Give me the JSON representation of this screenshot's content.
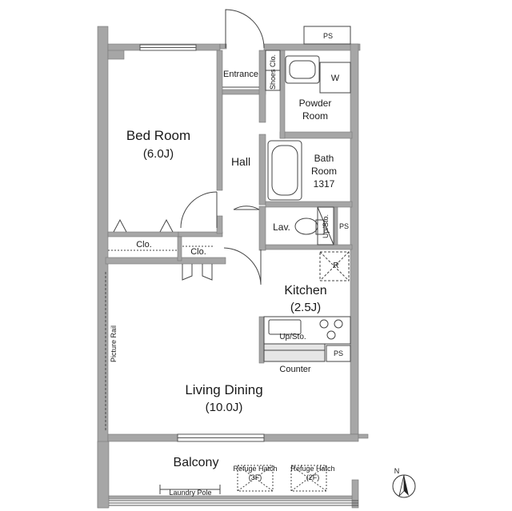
{
  "rooms": {
    "bedroom_name": "Bed Room",
    "bedroom_size": "(6.0J)",
    "entrance": "Entrance",
    "shoes_closet": "Shoes Clo.",
    "powder_room_line1": "Powder",
    "powder_room_line2": "Room",
    "washer": "W",
    "hall": "Hall",
    "bath_line1": "Bath",
    "bath_line2": "Room",
    "bath_line3": "1317",
    "lavatory": "Lav.",
    "up_storage_vertical": "Up/Sto.",
    "ps_top": "PS",
    "ps_lav": "PS",
    "ps_kitchen": "PS",
    "closet_bedroom": "Clo.",
    "closet_small": "Clo.",
    "refrigerator": "R",
    "kitchen_name": "Kitchen",
    "kitchen_size": "(2.5J)",
    "up_storage_kitchen": "Up/Sto.",
    "counter": "Counter",
    "picture_rail": "Picture Rail",
    "living_name": "Living Dining",
    "living_size": "(10.0J)",
    "balcony": "Balcony",
    "refuge_hatch_1": "Refuge Hatch",
    "refuge_hatch_1_floor": "(3F)",
    "refuge_hatch_2": "Refuge Hatch",
    "refuge_hatch_2_floor": "(2F)",
    "laundry_pole": "Laundry Pole"
  },
  "compass": {
    "north": "N"
  },
  "colors": {
    "wall": "#a6a6a6",
    "line": "#333333",
    "text": "#1a1a1a",
    "background": "#ffffff"
  }
}
